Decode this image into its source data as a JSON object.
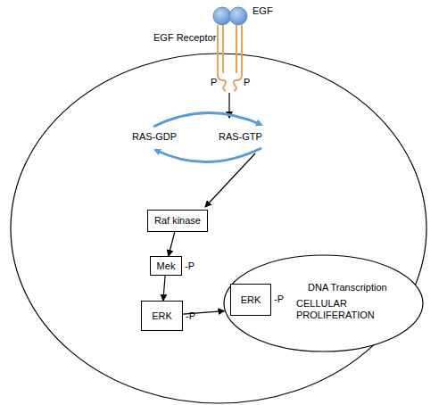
{
  "diagram": {
    "nodes": [
      {
        "text": [
          "Raf kinase"
        ]
      },
      {
        "text": [
          "Mek",
          "-P"
        ]
      },
      {
        "text": [
          "ERK",
          "-P"
        ]
      },
      {
        "text": [
          "DNA Transcription",
          "CELLULAR PROLIFERATION"
        ]
      },
      {
        "text": [
          "ERK",
          "-P"
        ],
        "in": 3
      }
    ],
    "edges": [
      {
        "from": 0,
        "to": 1,
        "arrow": "to"
      },
      {
        "from": 1,
        "to": 2,
        "arrow": "to"
      },
      {
        "from": 2,
        "to": 3,
        "arrow": "to"
      }
    ],
    "labels": [
      "EGF",
      "EGF Receptor",
      "P",
      "P",
      "RAS-GDP",
      "RAS-GTP"
    ]
  }
}
